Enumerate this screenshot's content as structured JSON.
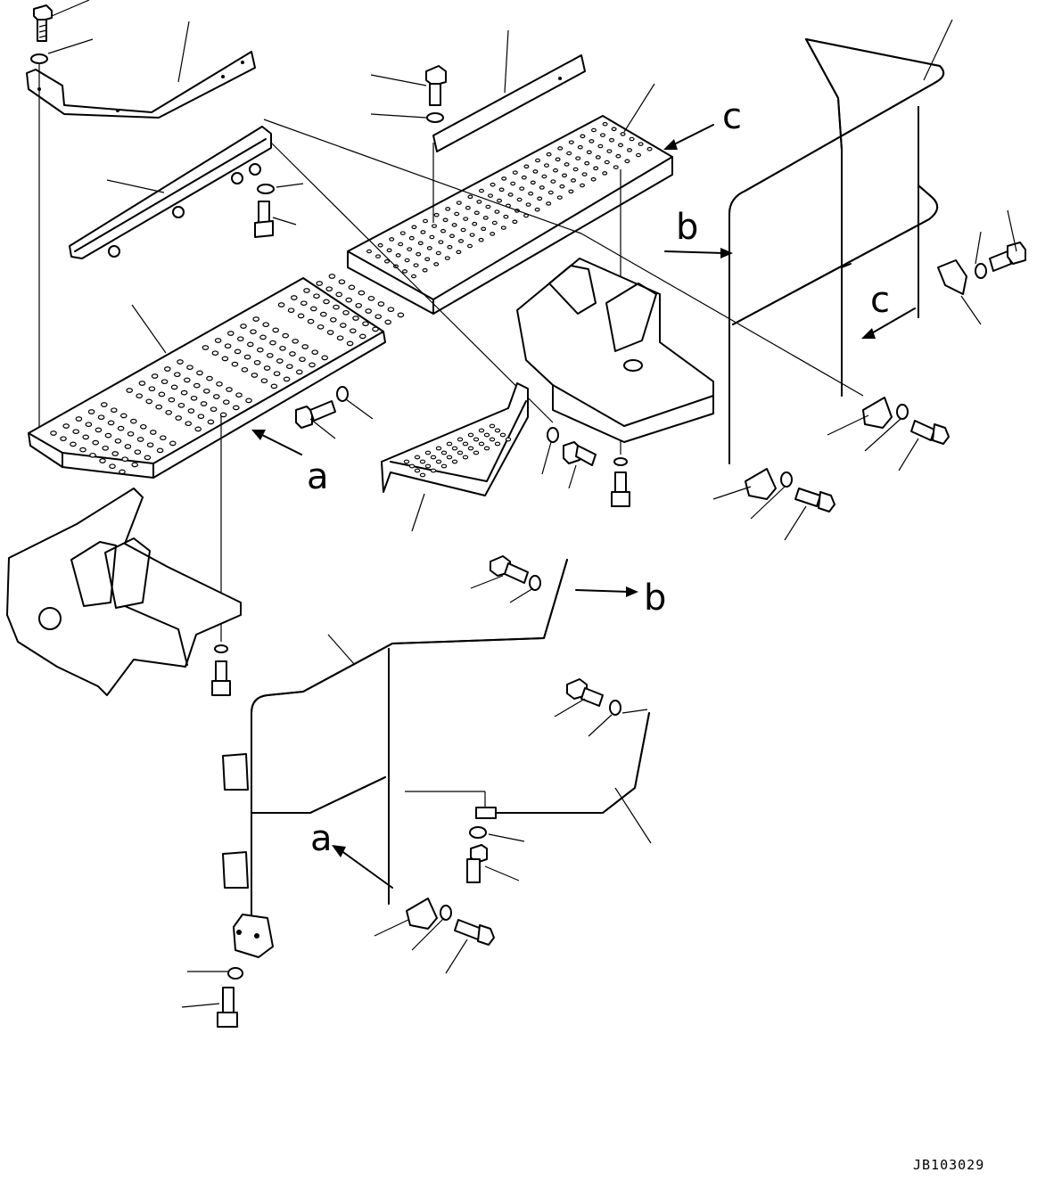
{
  "diagram": {
    "callouts": {
      "a_upper": "a",
      "a_lower": "a",
      "b_upper": "b",
      "b_lower": "b",
      "c_upper": "c",
      "c_lower": "c"
    },
    "drawing_code": "JB103029"
  }
}
